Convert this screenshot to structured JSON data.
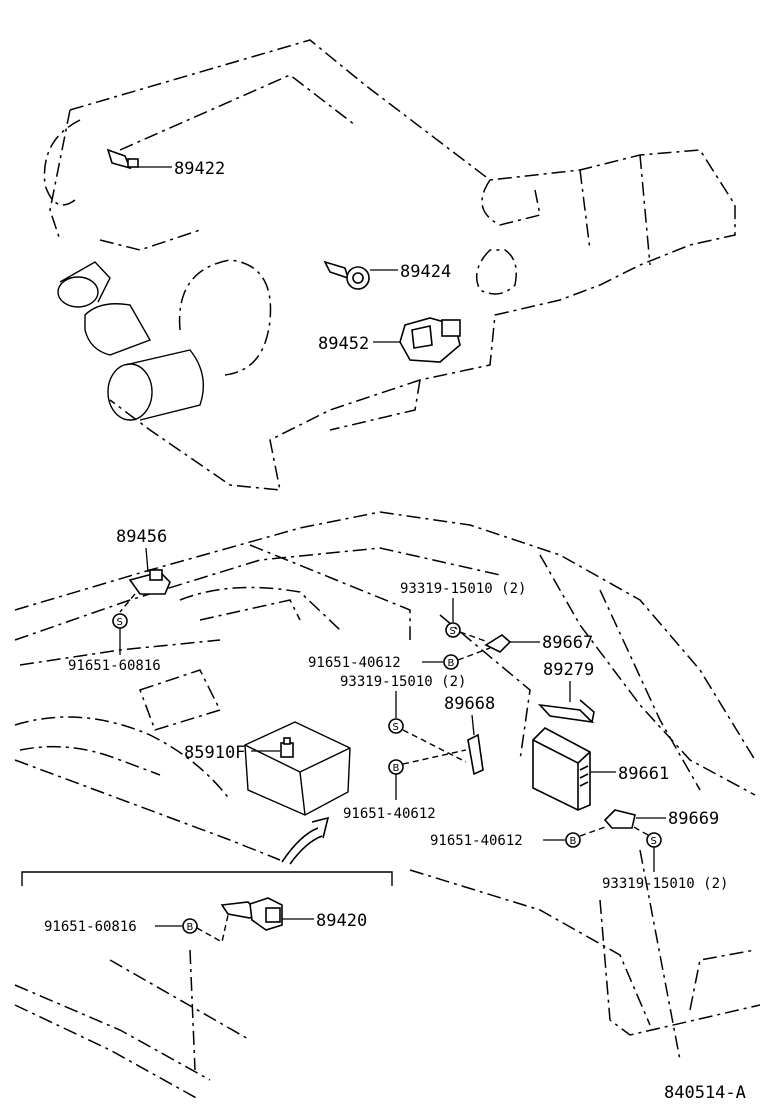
{
  "diagram_code": "840514-A",
  "parts": {
    "p89422": "89422",
    "p89424": "89424",
    "p89452": "89452",
    "p89456": "89456",
    "p89667": "89667",
    "p89279": "89279",
    "p89668": "89668",
    "p89661": "89661",
    "p89669": "89669",
    "p85910F": "85910F",
    "p89420": "89420"
  },
  "fasteners": {
    "f_93319_a": "93319-15010 (2)",
    "f_93319_b": "93319-15010 (2)",
    "f_93319_c": "93319-15010 (2)",
    "f_91651_60816_a": "91651-60816",
    "f_91651_60816_b": "91651-60816",
    "f_91651_40612_a": "91651-40612",
    "f_91651_40612_b": "91651-40612",
    "f_91651_40612_c": "91651-40612"
  },
  "badges": {
    "screw": "S",
    "bolt": "B"
  }
}
